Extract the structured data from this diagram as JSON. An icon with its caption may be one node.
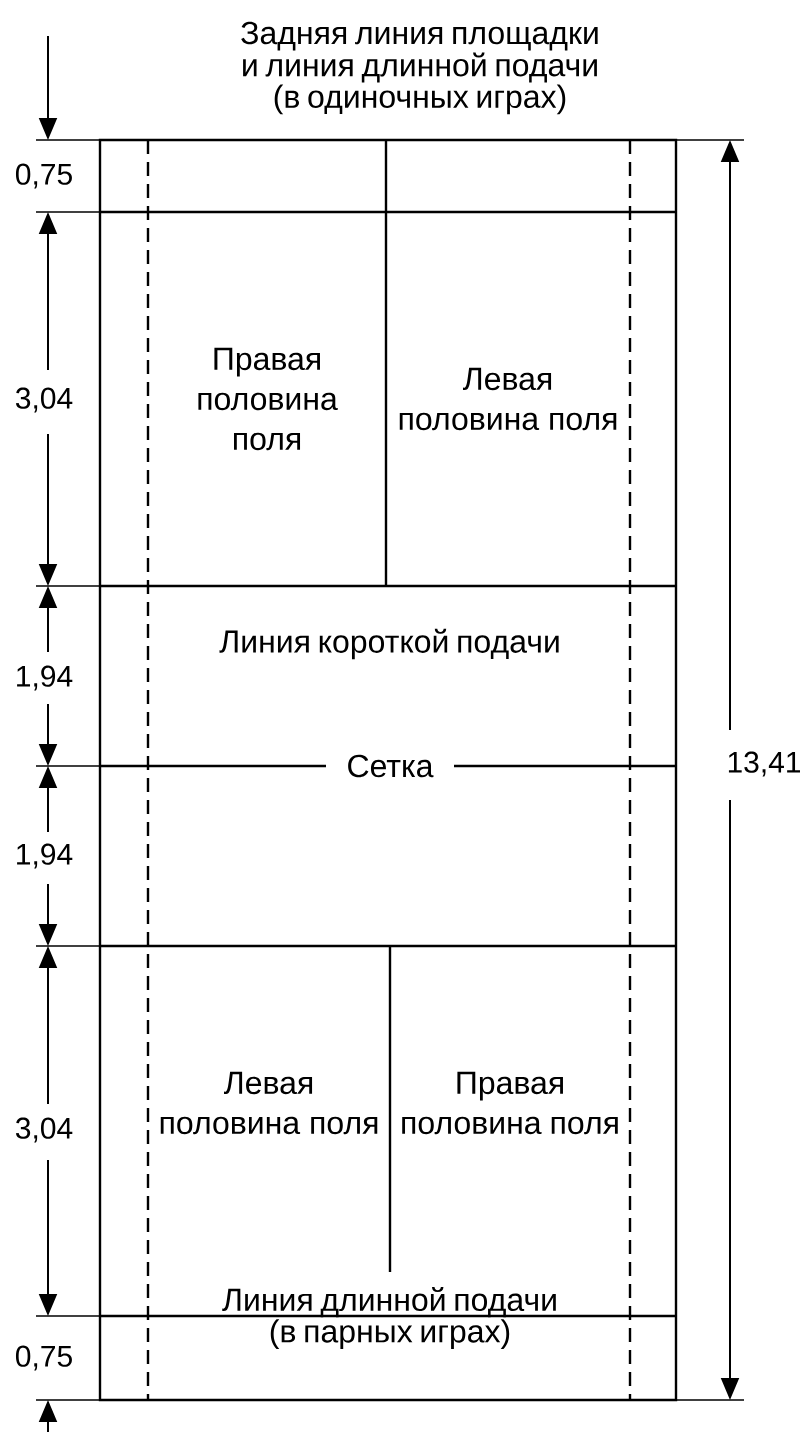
{
  "diagram": {
    "nodes": [
      {
        "text": [
          "Правая половина поля"
        ]
      },
      {
        "text": [
          "Левая половина поля"
        ]
      },
      {
        "text": [
          "Левая половина поля"
        ]
      },
      {
        "text": [
          "Правая половина поля"
        ]
      }
    ],
    "labels": [
      "Задняя линия площадки и линия длинной подачи (в одиночных играх)",
      "0,75",
      "3,04",
      "Линия короткой подачи",
      "1,94",
      "Сетка",
      "13,41",
      "1,94",
      "3,04",
      "Линия длинной подачи (в парных играх)",
      "0,75"
    ]
  }
}
